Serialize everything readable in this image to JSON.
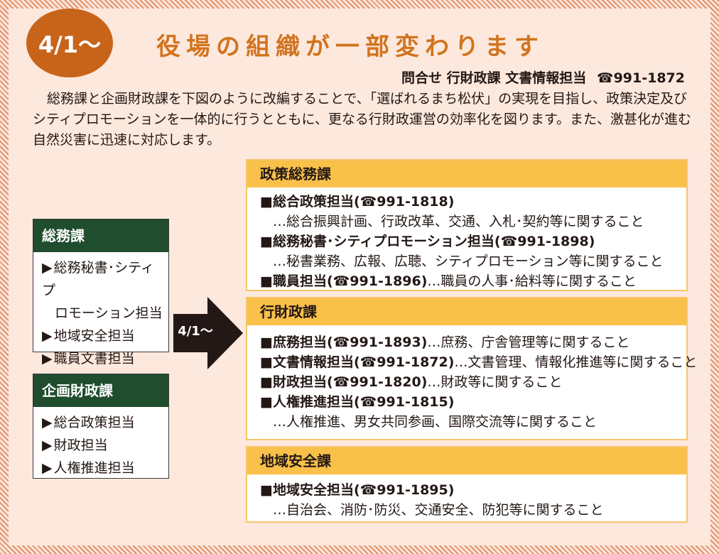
{
  "badge": "4/1～",
  "headline": "役場の組織が一部変わります",
  "contact": {
    "label": "問合せ 行財政課 文書情報担当",
    "phone_icon": "☎",
    "phone": "991-1872"
  },
  "intro": "総務課と企画財政課を下図のように改編することで、「選ばれるまち松伏」の実現を目指し、政策決定及びシティプロモーションを一体的に行うとともに、更なる行財政運営の効率化を図ります。また、激甚化が進む自然災害に迅速に対応します。",
  "old_depts": [
    {
      "name": "総務課",
      "items": [
        {
          "line1": "総務秘書･シティプ",
          "line2": "ロモーション担当"
        },
        {
          "line1": "地域安全担当"
        },
        {
          "line1": "職員文書担当"
        }
      ]
    },
    {
      "name": "企画財政課",
      "items": [
        {
          "line1": "総合政策担当"
        },
        {
          "line1": "財政担当"
        },
        {
          "line1": "人権推進担当"
        }
      ]
    }
  ],
  "arrow_label": "4/1～",
  "new_depts": [
    {
      "name": "政策総務課",
      "entries": [
        {
          "head": "■総合政策担当(☎991-1818)",
          "desc": "…総合振興計画、行政改革、交通、入札･契約等に関すること"
        },
        {
          "head": "■総務秘書･シティプロモーション担当(☎991-1898)",
          "desc": "…秘書業務、広報、広聴、シティプロモーション等に関すること"
        },
        {
          "head": "■職員担当(☎991-1896)",
          "inline": "…職員の人事･給料等に関すること"
        }
      ]
    },
    {
      "name": "行財政課",
      "entries": [
        {
          "head": "■庶務担当(☎991-1893)",
          "inline": "…庶務、庁舎管理等に関すること"
        },
        {
          "head": "■文書情報担当(☎991-1872)",
          "inline": "…文書管理、情報化推進等に関すること"
        },
        {
          "head": "■財政担当(☎991-1820)",
          "inline": "…財政等に関すること"
        },
        {
          "head": "■人権推進担当(☎991-1815)",
          "desc": "…人権推進、男女共同参画、国際交流等に関すること"
        }
      ]
    },
    {
      "name": "地域安全課",
      "entries": [
        {
          "head": "■地域安全担当(☎991-1895)",
          "desc": "…自治会、消防･防災、交通安全、防犯等に関すること"
        }
      ]
    }
  ],
  "colors": {
    "badge": "#c8641a",
    "headline": "#d1741f",
    "dark_green": "#1f4d2e",
    "yellow": "#f9c04a",
    "background": "#fde8dd"
  }
}
